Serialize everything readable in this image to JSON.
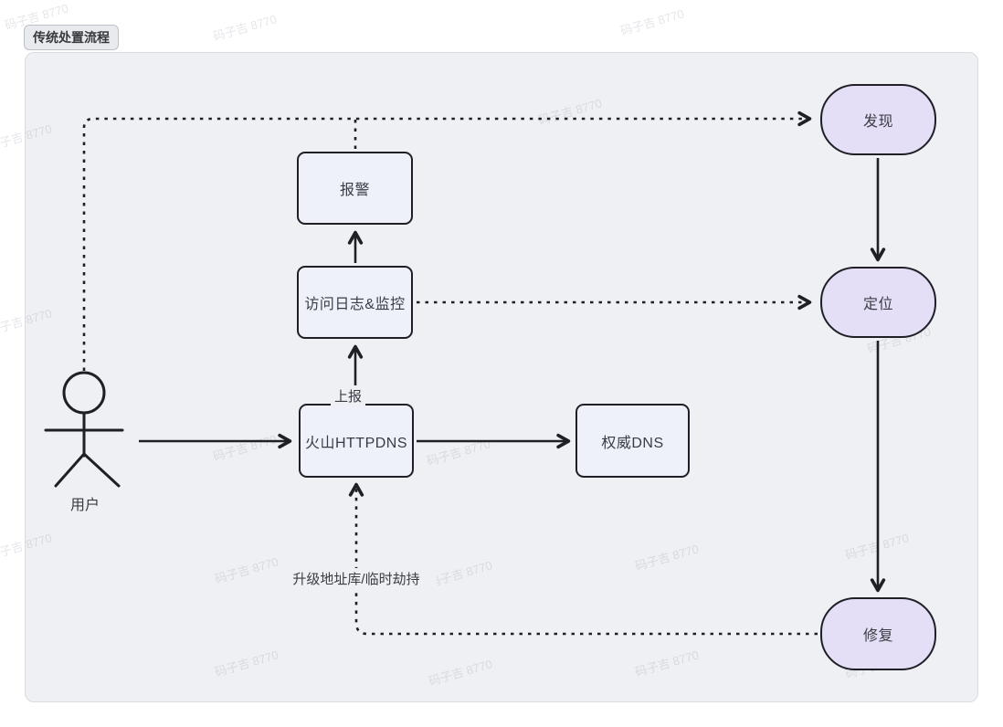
{
  "title_badge": "传统处置流程",
  "watermark": "码子吉 8770",
  "colors": {
    "canvas_bg": "#eef0f4",
    "rect_fill": "#eef1f9",
    "pill_fill": "#e4def6",
    "stroke": "#1f1f26",
    "text": "#3a3c44"
  },
  "diagram": {
    "actor": {
      "label": "用户"
    },
    "nodes": {
      "alarm": {
        "label": "报警",
        "shape": "rect"
      },
      "log": {
        "label": "访问日志&监控",
        "shape": "rect"
      },
      "httpdns": {
        "label": "火山HTTPDNS",
        "shape": "rect"
      },
      "authdns": {
        "label": "权威DNS",
        "shape": "rect"
      },
      "discover": {
        "label": "发现",
        "shape": "pill"
      },
      "locate": {
        "label": "定位",
        "shape": "pill"
      },
      "repair": {
        "label": "修复",
        "shape": "pill"
      }
    },
    "edges": [
      {
        "from": "用户",
        "to": "火山HTTPDNS",
        "style": "solid"
      },
      {
        "from": "火山HTTPDNS",
        "to": "权威DNS",
        "style": "solid"
      },
      {
        "from": "火山HTTPDNS",
        "to": "访问日志&监控",
        "style": "solid",
        "label": "上报"
      },
      {
        "from": "访问日志&监控",
        "to": "报警",
        "style": "solid"
      },
      {
        "from": "用户",
        "to": "发现",
        "style": "dashed"
      },
      {
        "from": "报警",
        "to": "发现",
        "style": "dashed"
      },
      {
        "from": "访问日志&监控",
        "to": "定位",
        "style": "dashed"
      },
      {
        "from": "发现",
        "to": "定位",
        "style": "solid"
      },
      {
        "from": "定位",
        "to": "修复",
        "style": "solid"
      },
      {
        "from": "修复",
        "to": "火山HTTPDNS",
        "style": "dashed",
        "label": "升级地址库/临时劫持"
      }
    ]
  }
}
